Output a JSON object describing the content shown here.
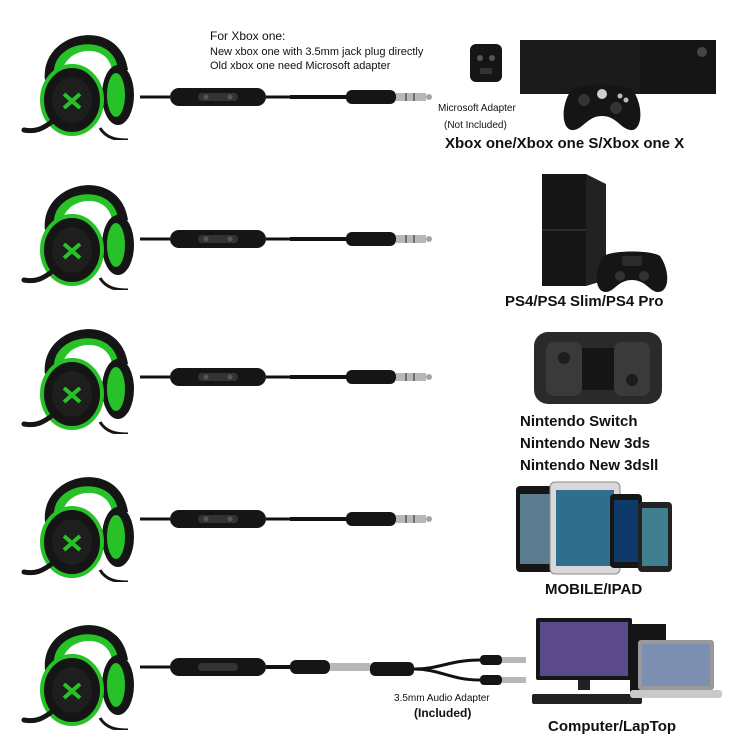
{
  "colors": {
    "accent_green": "#27c227",
    "body_black": "#151515"
  },
  "xbox": {
    "note_title": "For Xbox one:",
    "note_line1": "New xbox one with   3.5mm jack plug directly",
    "note_line2": "Old xbox one need Microsoft adapter",
    "adapter_line1": "Microsoft Adapter",
    "adapter_line2": "(Not Included)",
    "device_label": "Xbox one/Xbox one S/Xbox one X"
  },
  "ps4": {
    "device_label": "PS4/PS4 Slim/PS4 Pro"
  },
  "switch": {
    "label_line1": "Nintendo Switch",
    "label_line2": "Nintendo New 3ds",
    "label_line3": "Nintendo New 3dsll"
  },
  "mobile": {
    "device_label": "MOBILE/IPAD"
  },
  "computer": {
    "adapter_line1": "3.5mm Audio Adapter",
    "adapter_line2": "(Included)",
    "device_label": "Computer/LapTop"
  },
  "icons": [
    "headset-icon",
    "inline-volume-control-icon",
    "audio-jack-plug-icon",
    "xbox-console-icon",
    "xbox-controller-icon",
    "ps4-console-icon",
    "ps4-controller-icon",
    "nintendo-switch-icon",
    "phones-tablets-icon",
    "desktop-computer-icon",
    "laptop-icon",
    "splitter-adapter-icon"
  ]
}
